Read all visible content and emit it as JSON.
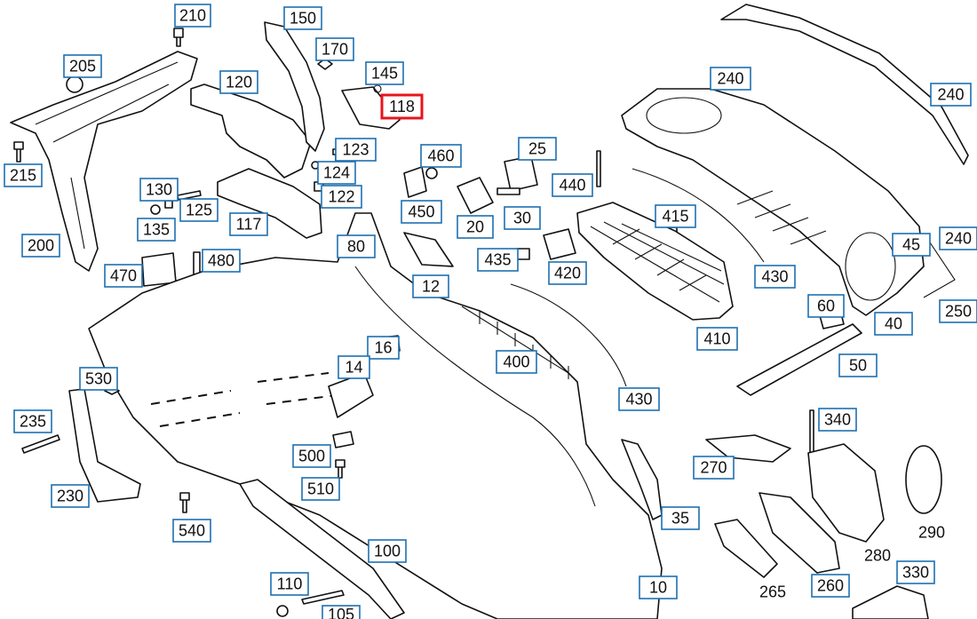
{
  "callouts": [
    "210",
    "150",
    "170",
    "205",
    "120",
    "145",
    "118",
    "215",
    "123",
    "124",
    "460",
    "25",
    "440",
    "240",
    "240",
    "200",
    "130",
    "125",
    "135",
    "122",
    "117",
    "450",
    "20",
    "30",
    "415",
    "240",
    "80",
    "480",
    "470",
    "435",
    "420",
    "45",
    "12",
    "430",
    "60",
    "250",
    "40",
    "16",
    "14",
    "400",
    "410",
    "50",
    "530",
    "430",
    "235",
    "340",
    "500",
    "270",
    "230",
    "510",
    "35",
    "290",
    "540",
    "280",
    "100",
    "265",
    "260",
    "330",
    "110",
    "10",
    "105"
  ]
}
